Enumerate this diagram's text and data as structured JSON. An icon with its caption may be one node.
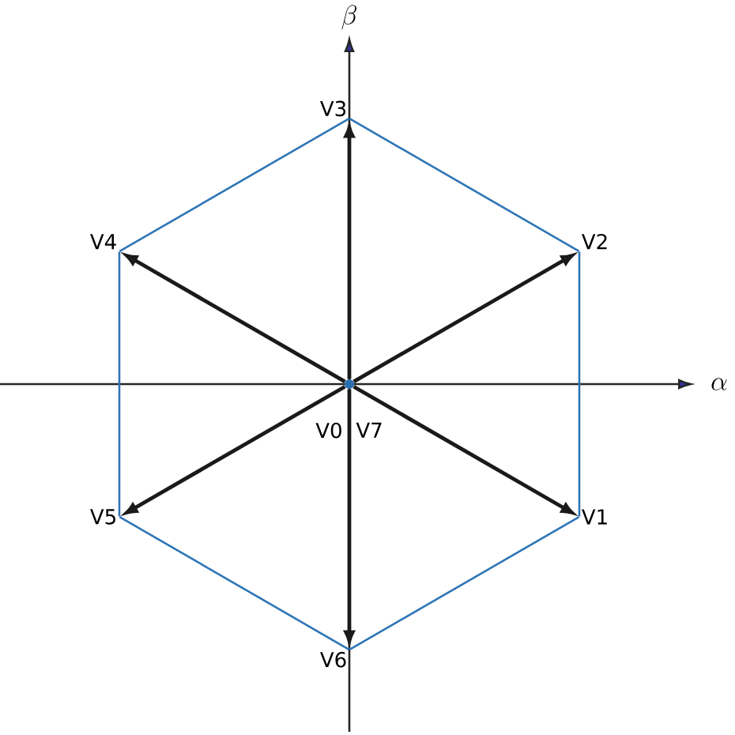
{
  "diagram": {
    "nodes": [
      {
        "text": [
          "V0",
          "V7"
        ]
      },
      {
        "text": [
          "V1"
        ]
      },
      {
        "text": [
          "V2"
        ]
      },
      {
        "text": [
          "V3"
        ]
      },
      {
        "text": [
          "V4"
        ]
      },
      {
        "text": [
          "V5"
        ]
      },
      {
        "text": [
          "V6"
        ]
      }
    ],
    "edges": [
      {
        "from": 0,
        "to": 1,
        "arrow": "to",
        "color": "#1a1a1a"
      },
      {
        "from": 0,
        "to": 2,
        "arrow": "to",
        "color": "#1a1a1a"
      },
      {
        "from": 0,
        "to": 3,
        "arrow": "to",
        "color": "#1a1a1a"
      },
      {
        "from": 0,
        "to": 4,
        "arrow": "to",
        "color": "#1a1a1a"
      },
      {
        "from": 0,
        "to": 5,
        "arrow": "to",
        "color": "#1a1a1a"
      },
      {
        "from": 0,
        "to": 6,
        "arrow": "to",
        "color": "#1a1a1a"
      },
      {
        "from": 1,
        "to": 2,
        "arrow": "none",
        "color": "#2e75b6"
      },
      {
        "from": 2,
        "to": 3,
        "arrow": "none",
        "color": "#2e75b6"
      },
      {
        "from": 3,
        "to": 4,
        "arrow": "none",
        "color": "#2e75b6"
      },
      {
        "from": 4,
        "to": 5,
        "arrow": "none",
        "color": "#2e75b6"
      },
      {
        "from": 5,
        "to": 6,
        "arrow": "none",
        "color": "#2e75b6"
      },
      {
        "from": 6,
        "to": 1,
        "arrow": "none",
        "color": "#2e75b6"
      }
    ],
    "labels": [
      "\\beta",
      "\\alpha"
    ]
  }
}
